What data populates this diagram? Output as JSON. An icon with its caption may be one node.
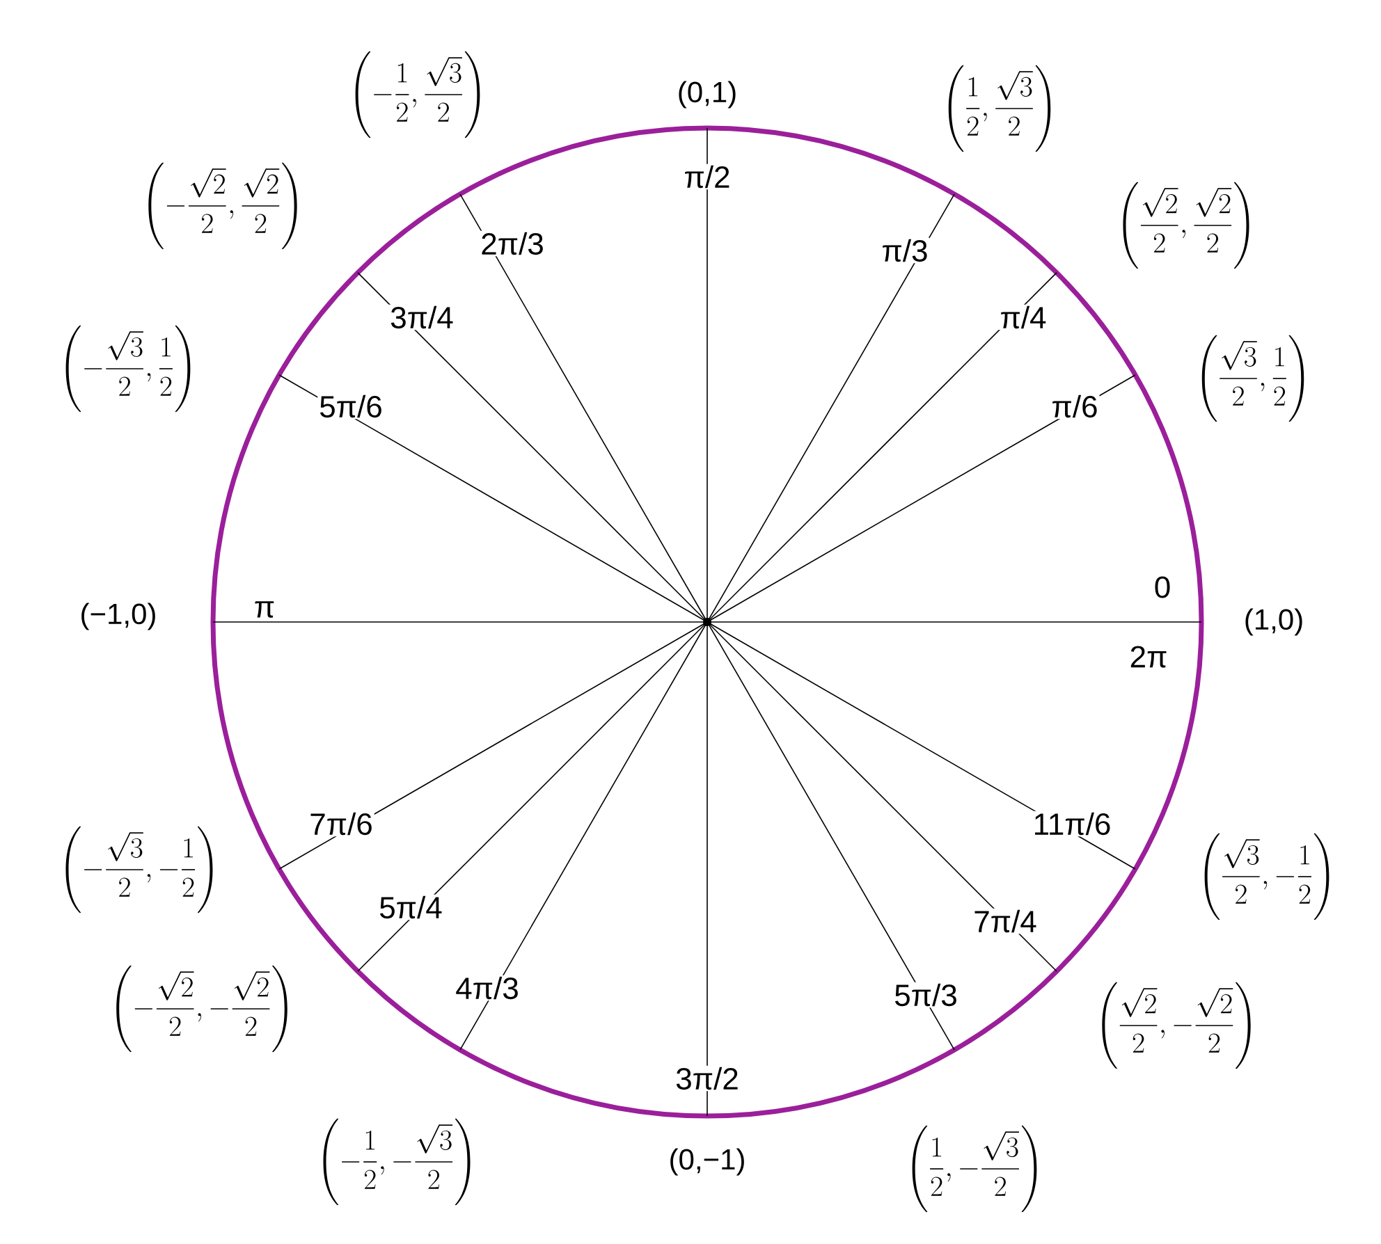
{
  "diagram": {
    "labels": [
      "\\left(-\\frac{1}{2},\\frac{\\sqrt{3}}{2}\\right)",
      "(0,1)",
      "\\left(\\frac{1}{2},\\frac{\\sqrt{3}}{2}\\right)",
      "π/2",
      "\\left(-\\frac{\\sqrt{2}}{2},\\frac{\\sqrt{2}}{2}\\right)",
      "\\left(\\frac{\\sqrt{2}}{2},\\frac{\\sqrt{2}}{2}\\right)",
      "2π/3",
      "π/3",
      "3π/4",
      "π/4",
      "\\left(-\\frac{\\sqrt{3}}{2},\\frac{1}{2}\\right)",
      "\\left(\\frac{\\sqrt{3}}{2},\\frac{1}{2}\\right)",
      "5π/6",
      "π/6",
      "0",
      "(−1,0)",
      "π",
      "(1,0)",
      "2π",
      "7π/6",
      "11π/6",
      "\\left(-\\frac{\\sqrt{3}}{2},-\\frac{1}{2}\\right)",
      "\\left(\\frac{\\sqrt{3}}{2},-\\frac{1}{2}\\right)",
      "5π/4",
      "7π/4",
      "4π/3",
      "5π/3",
      "\\left(-\\frac{\\sqrt{2}}{2},-\\frac{\\sqrt{2}}{2}\\right)",
      "\\left(\\frac{\\sqrt{2}}{2},-\\frac{\\sqrt{2}}{2}\\right)",
      "3π/2",
      "\\left(-\\frac{1}{2},-\\frac{\\sqrt{3}}{2}\\right)",
      "(0,−1)",
      "\\left(\\frac{1}{2},-\\frac{\\sqrt{3}}{2}\\right)"
    ]
  }
}
